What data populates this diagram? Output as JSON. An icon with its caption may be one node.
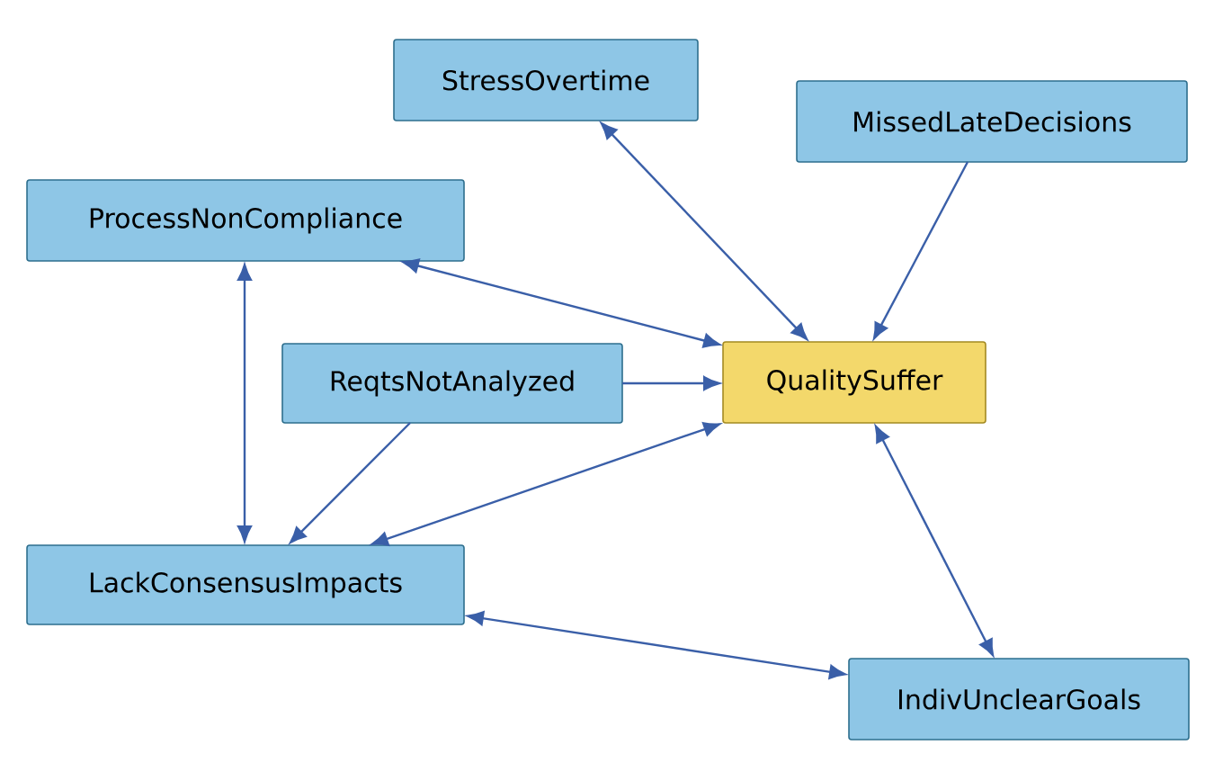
{
  "diagram": {
    "nodes": [
      {
        "text": [
          "StressOvertime"
        ]
      },
      {
        "text": [
          "MissedLateDecisions"
        ]
      },
      {
        "text": [
          "ProcessNonCompliance"
        ]
      },
      {
        "text": [
          "ReqtsNotAnalyzed"
        ]
      },
      {
        "text": [
          "QualitySuffer"
        ]
      },
      {
        "text": [
          "LackConsensusImpacts"
        ]
      },
      {
        "text": [
          "IndivUnclearGoals"
        ]
      }
    ],
    "edges": [
      {
        "from": 0,
        "to": 4,
        "arrow": "both"
      },
      {
        "from": 1,
        "to": 4,
        "arrow": "to"
      },
      {
        "from": 2,
        "to": 4,
        "arrow": "both"
      },
      {
        "from": 3,
        "to": 4,
        "arrow": "to"
      },
      {
        "from": 3,
        "to": 5,
        "arrow": "to"
      },
      {
        "from": 5,
        "to": 4,
        "arrow": "both"
      },
      {
        "from": 2,
        "to": 5,
        "arrow": "both"
      },
      {
        "from": 4,
        "to": 6,
        "arrow": "both"
      },
      {
        "from": 5,
        "to": 6,
        "arrow": "both"
      }
    ]
  }
}
